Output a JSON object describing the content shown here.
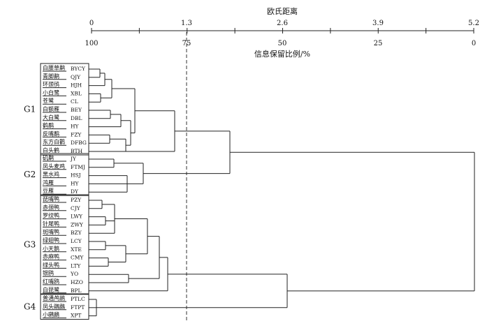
{
  "top_axis": {
    "title": "欧氏距离",
    "ticks": [
      "0",
      "1.3",
      "2.6",
      "3.9",
      "5.2"
    ]
  },
  "bottom_axis": {
    "title": "信息保留比例/%",
    "ticks": [
      "100",
      "75",
      "50",
      "25",
      "0"
    ]
  },
  "groups": [
    {
      "label": "G1",
      "leaves": [
        {
          "name": "白腰草鹬",
          "code": "BYCY"
        },
        {
          "name": "青脚鹬",
          "code": "QJY"
        },
        {
          "name": "环颈鸻",
          "code": "HJH"
        },
        {
          "name": "小白鹭",
          "code": "XBL"
        },
        {
          "name": "苍鹭",
          "code": "CL"
        },
        {
          "name": "白额雁",
          "code": "BEY"
        },
        {
          "name": "大白鹭",
          "code": "DBL"
        },
        {
          "name": "鹤鹬",
          "code": "HY"
        },
        {
          "name": "反嘴鹬",
          "code": "FZY"
        },
        {
          "name": "东方白鹳",
          "code": "DFBG"
        },
        {
          "name": "白头鹤",
          "code": "BTH"
        }
      ]
    },
    {
      "label": "G2",
      "leaves": [
        {
          "name": "矶鹬",
          "code": "JY"
        },
        {
          "name": "凤头麦鸡",
          "code": "FTMJ"
        },
        {
          "name": "黑水鸡",
          "code": "HSJ"
        },
        {
          "name": "鸿雁",
          "code": "HY"
        },
        {
          "name": "豆雁",
          "code": "DY"
        }
      ]
    },
    {
      "label": "G3",
      "leaves": [
        {
          "name": "琵嘴鸭",
          "code": "PZY"
        },
        {
          "name": "赤颈鸭",
          "code": "CJY"
        },
        {
          "name": "罗纹鸭",
          "code": "LWY"
        },
        {
          "name": "针尾鸭",
          "code": "ZWY"
        },
        {
          "name": "斑嘴鸭",
          "code": "BZY"
        },
        {
          "name": "绿翅鸭",
          "code": "LCY"
        },
        {
          "name": "小天鹅",
          "code": "XTE"
        },
        {
          "name": "赤麻鸭",
          "code": "CMY"
        },
        {
          "name": "绿头鸭",
          "code": "LTY"
        },
        {
          "name": "银鸥",
          "code": "YO"
        },
        {
          "name": "红嘴鸥",
          "code": "HZO"
        },
        {
          "name": "白琵鹭",
          "code": "BPL"
        }
      ]
    },
    {
      "label": "G4",
      "leaves": [
        {
          "name": "普通鸬鹚",
          "code": "PTLC"
        },
        {
          "name": "凤头鸊鷉",
          "code": "FTPT"
        },
        {
          "name": "小鸊鷉",
          "code": "XPT"
        }
      ]
    }
  ],
  "cut_line_percent": 75
}
